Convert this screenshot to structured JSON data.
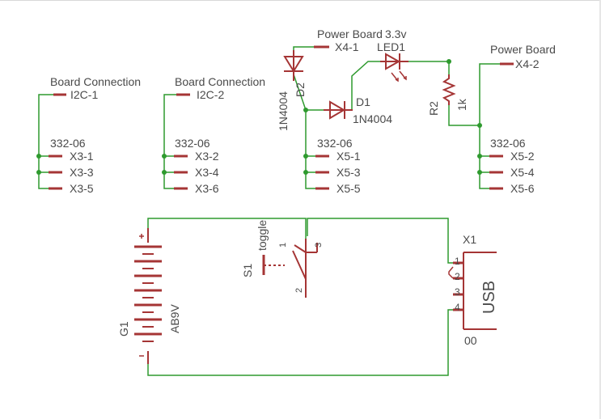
{
  "colors": {
    "wire": "#2e9a2e",
    "part": "#a53535",
    "text": "#4a4a4a",
    "background": "#ffffff"
  },
  "labels": {
    "bc1_name": "Board Connection",
    "bc1_pin": "I2C-1",
    "bc2_name": "Board Connection",
    "bc2_pin": "I2C-2",
    "pb1_name": "Power Board",
    "pb1_pin": "X4-1",
    "pb2_name": "Power Board",
    "pb2_pin": "X4-2",
    "d2_name": "D2",
    "d2_value": "1N4004",
    "d1_name": "D1",
    "d1_value": "1N4004",
    "led_name": "LED1",
    "led_value": "3.3v",
    "r2_name": "R2",
    "r2_value": "1k",
    "x3a_part": "332-06",
    "x3a_pins": [
      "X3-1",
      "X3-3",
      "X3-5"
    ],
    "x3b_part": "332-06",
    "x3b_pins": [
      "X3-2",
      "X3-4",
      "X3-6"
    ],
    "x5a_part": "332-06",
    "x5a_pins": [
      "X5-1",
      "X5-3",
      "X5-5"
    ],
    "x5b_part": "332-06",
    "x5b_pins": [
      "X5-2",
      "X5-4",
      "X5-6"
    ],
    "s1_name": "S1",
    "s1_value": "toggle",
    "s1_pins": [
      "1",
      "2",
      "3"
    ],
    "g1_name": "G1",
    "g1_value": "AB9V",
    "x1_name": "X1",
    "x1_type": "USB",
    "x1_value": "00",
    "x1_pins": [
      "1",
      "2",
      "3",
      "4"
    ]
  }
}
